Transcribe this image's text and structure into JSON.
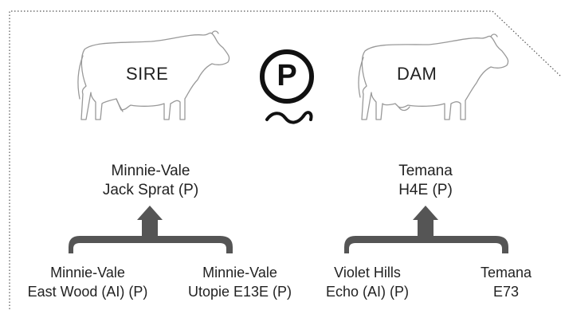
{
  "sire": {
    "label": "SIRE",
    "name_line1": "Minnie-Vale",
    "name_line2": "Jack Sprat (P)",
    "parents": [
      {
        "line1": "Minnie-Vale",
        "line2": "East Wood (AI) (P)"
      },
      {
        "line1": "Minnie-Vale",
        "line2": "Utopie E13E (P)"
      }
    ]
  },
  "dam": {
    "label": "DAM",
    "name_line1": "Temana",
    "name_line2": "H4E (P)",
    "parents": [
      {
        "line1": "Violet Hills",
        "line2": "Echo (AI) (P)"
      },
      {
        "line1": "Temana",
        "line2": "E73"
      }
    ]
  },
  "logo": {
    "letter": "P"
  },
  "colors": {
    "bracket": "#555555",
    "outline": "#999999",
    "text": "#222222"
  }
}
